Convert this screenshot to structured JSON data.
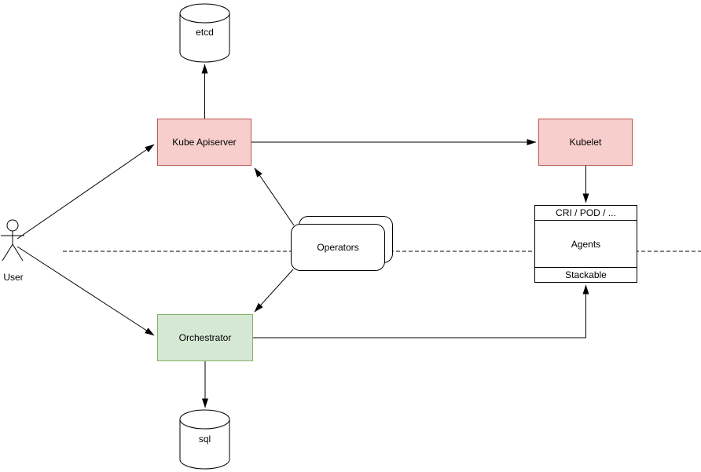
{
  "diagram": {
    "type": "architecture-flow-diagram",
    "colors": {
      "background": "#ffffff",
      "line": "#000000",
      "node_red_fill": "#f8cecc",
      "node_red_border": "#b85450",
      "node_green_fill": "#d5e8d4",
      "node_green_border": "#82b366"
    },
    "nodes": {
      "user": {
        "label": "User",
        "shape": "actor"
      },
      "etcd": {
        "label": "etcd",
        "shape": "cylinder"
      },
      "kube_apiserver": {
        "label": "Kube Apiserver",
        "shape": "rect",
        "fill": "#f8cecc"
      },
      "kubelet": {
        "label": "Kubelet",
        "shape": "rect",
        "fill": "#f8cecc"
      },
      "operators": {
        "label": "Operators",
        "shape": "stacked-rounded-rect"
      },
      "agents": {
        "header": "CRI / POD / ...",
        "label": "Agents",
        "footer": "Stackable",
        "shape": "sectioned-rect"
      },
      "orchestrator": {
        "label": "Orchestrator",
        "shape": "rect",
        "fill": "#d5e8d4"
      },
      "sql": {
        "label": "sql",
        "shape": "cylinder"
      }
    },
    "edges": [
      {
        "from": "user",
        "to": "kube_apiserver",
        "style": "solid-arrow"
      },
      {
        "from": "user",
        "to": "orchestrator",
        "style": "solid-arrow"
      },
      {
        "from": "kube_apiserver",
        "to": "etcd",
        "style": "solid-arrow"
      },
      {
        "from": "kube_apiserver",
        "to": "kubelet",
        "style": "solid-arrow"
      },
      {
        "from": "kubelet",
        "to": "agents",
        "style": "solid-arrow"
      },
      {
        "from": "operators",
        "to": "kube_apiserver",
        "style": "solid-arrow"
      },
      {
        "from": "operators",
        "to": "orchestrator",
        "style": "solid-arrow"
      },
      {
        "from": "orchestrator",
        "to": "agents",
        "style": "solid-arrow-elbow"
      },
      {
        "from": "orchestrator",
        "to": "sql",
        "style": "solid-arrow"
      },
      {
        "type": "separator",
        "style": "dashed-horizontal-line"
      }
    ]
  }
}
